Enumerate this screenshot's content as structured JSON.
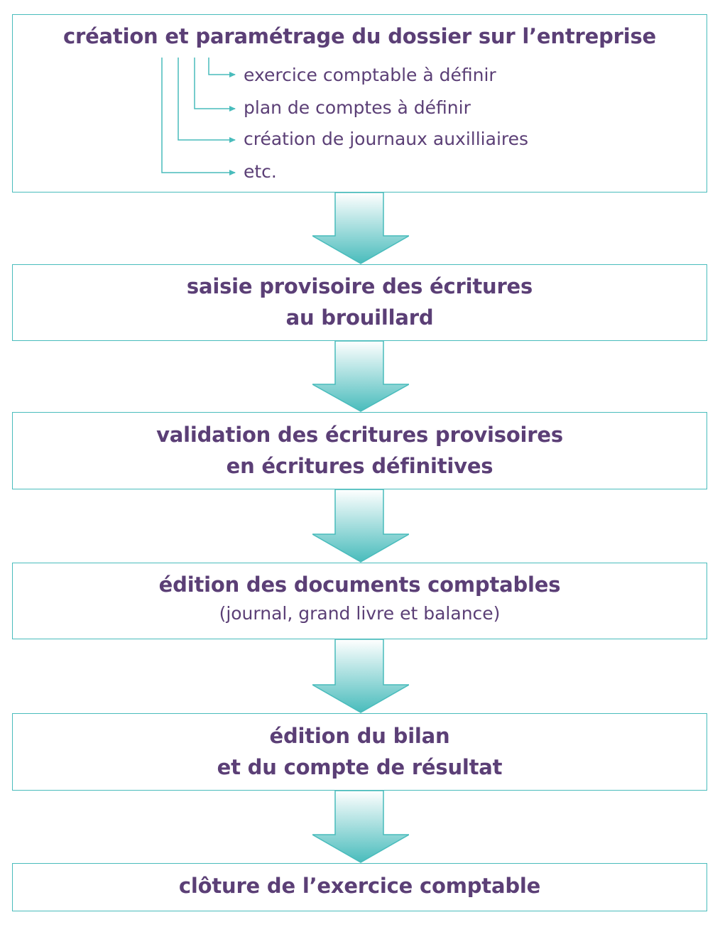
{
  "steps": [
    {
      "title": "création et paramétrage du dossier sur l’entreprise",
      "items": [
        "exercice comptable à définir",
        "plan de comptes à définir",
        "création de journaux auxilliaires",
        "etc."
      ]
    },
    {
      "title_line1": "saisie provisoire des écritures",
      "title_line2": "au brouillard"
    },
    {
      "title_line1": "validation des écritures provisoires",
      "title_line2": "en écritures définitives"
    },
    {
      "title_line1": "édition des documents comptables",
      "subtitle": "(journal, grand livre et balance)"
    },
    {
      "title_line1": "édition du bilan",
      "title_line2": "et du compte de résultat"
    },
    {
      "title_line1": "clôture de l’exercice comptable"
    }
  ],
  "colors": {
    "text": "#5b3f76",
    "border": "#49bcbc",
    "arrow_top": "#ffffff",
    "arrow_bottom": "#49bcbc"
  }
}
